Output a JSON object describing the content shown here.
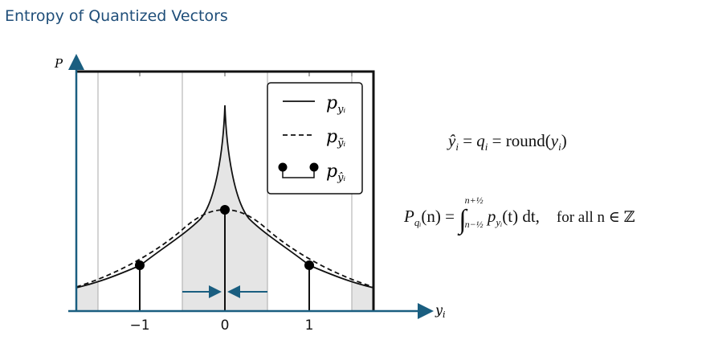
{
  "title": "Entropy of Quantized Vectors",
  "diagram": {
    "y_axis_label": "P",
    "x_axis_label": "y",
    "x_axis_label_sub": "i",
    "x_ticks": [
      "−1",
      "0",
      "1"
    ],
    "legend": [
      {
        "style": "solid",
        "label": "p",
        "sub": "yᵢ"
      },
      {
        "style": "dashed",
        "label": "p",
        "sub": "ỹᵢ"
      },
      {
        "style": "stem",
        "label": "p",
        "sub": "ŷᵢ"
      }
    ],
    "axis_color": "#1a5e80"
  },
  "equations": {
    "eq1": {
      "lhs": "ŷ",
      "lhs_sub": "i",
      "eq": " = ",
      "q": "q",
      "q_sub": "i",
      "rhs": " = round(",
      "y": "y",
      "y_sub": "i",
      "close": ")"
    },
    "eq2": {
      "P": "P",
      "P_sub": "qᵢ",
      "arg": "(n) = ",
      "integral": "∫",
      "upper": "n+½",
      "lower": "n−½",
      "p": "p",
      "p_sub": "yᵢ",
      "body": "(t) dt,",
      "cond": "for all n ∈ ℤ"
    }
  }
}
